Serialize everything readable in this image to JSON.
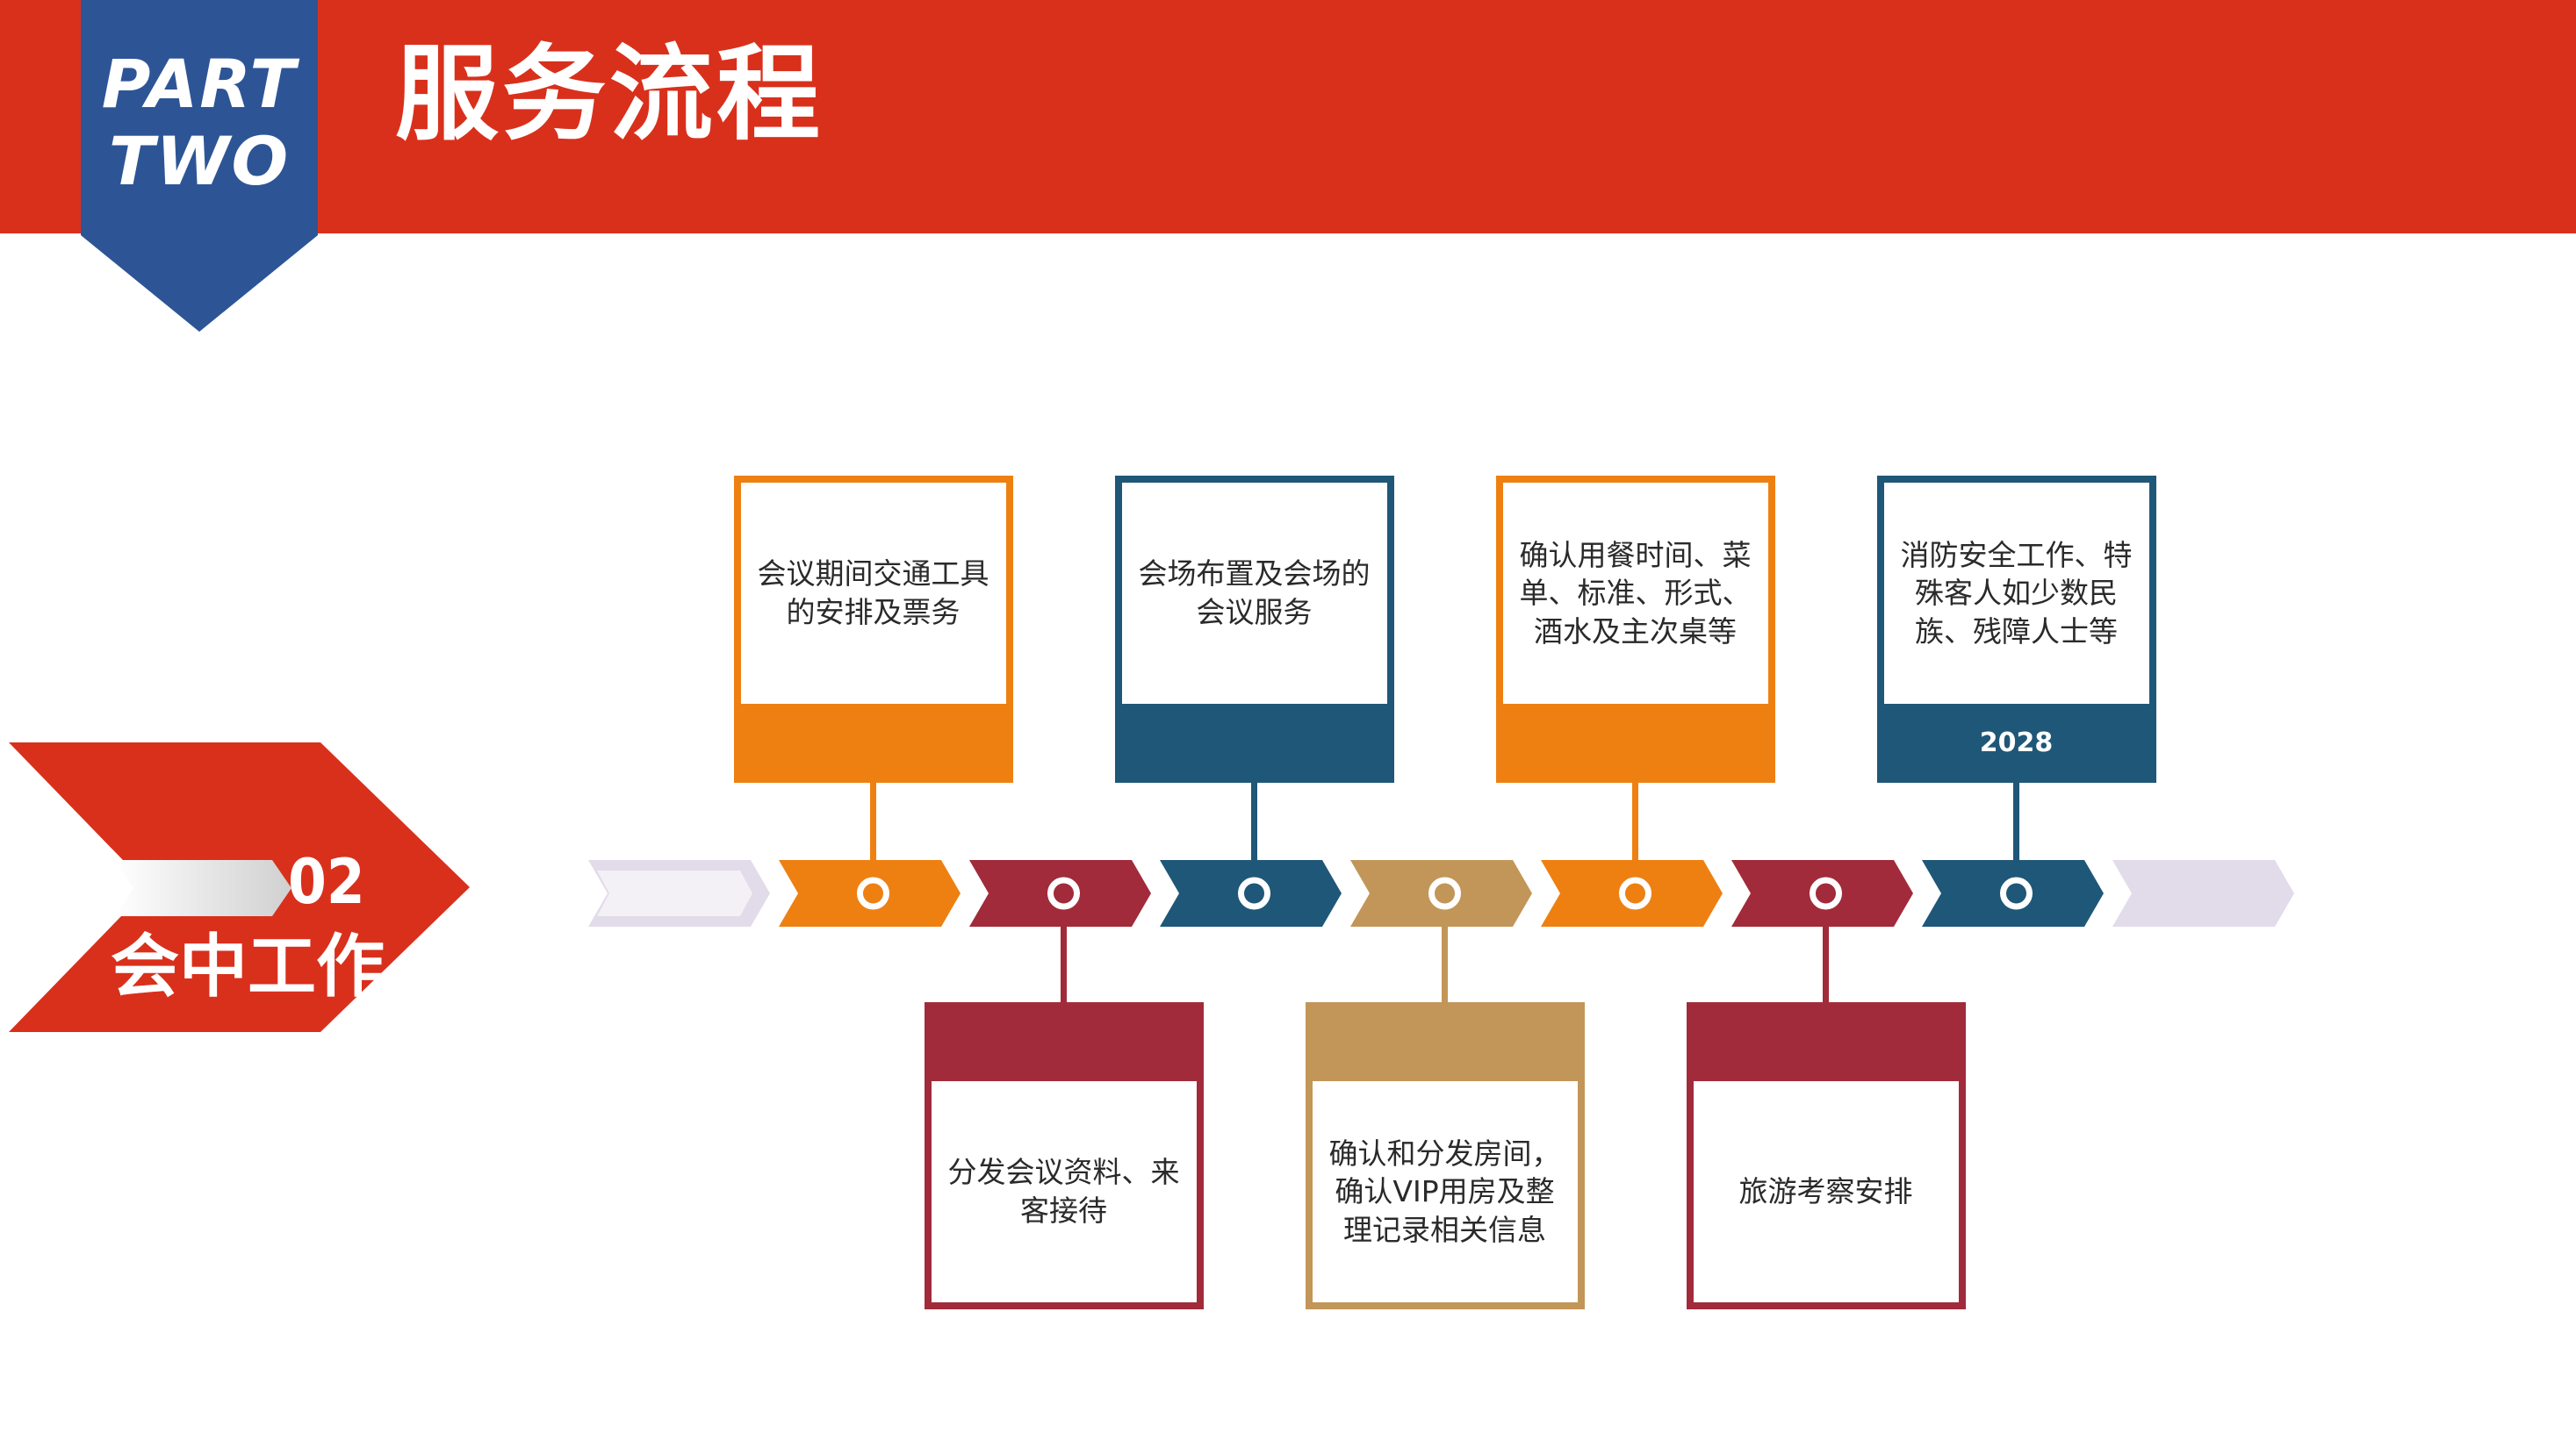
{
  "header": {
    "badge_line1": "PART",
    "badge_line2": "TWO",
    "title": "服务流程"
  },
  "section": {
    "number": "02",
    "label": "会中工作"
  },
  "colors": {
    "red": "#d9301c",
    "navy": "#2d5596",
    "orange": "#ee8012",
    "crimson": "#a12b3a",
    "teal": "#1f5778",
    "tan": "#c29658",
    "lavender": "#e2dbea"
  },
  "steps": [
    {
      "position": "top",
      "text": "会议期间交通工具的安排及票务",
      "color": "#ee8012",
      "year": ""
    },
    {
      "position": "bottom",
      "text": "分发会议资料、来客接待",
      "color": "#a12b3a",
      "year": ""
    },
    {
      "position": "top",
      "text": "会场布置及会场的会议服务",
      "color": "#1f5778",
      "year": ""
    },
    {
      "position": "bottom",
      "text": "确认和分发房间，确认VIP用房及整理记录相关信息",
      "color": "#c29658",
      "year": ""
    },
    {
      "position": "top",
      "text": "确认用餐时间、菜单、标准、形式、酒水及主次桌等",
      "color": "#ee8012",
      "year": ""
    },
    {
      "position": "bottom",
      "text": "旅游考察安排",
      "color": "#a12b3a",
      "year": ""
    },
    {
      "position": "top",
      "text": "消防安全工作、特殊客人如少数民族、残障人士等",
      "color": "#1f5778",
      "year": "2028"
    }
  ]
}
